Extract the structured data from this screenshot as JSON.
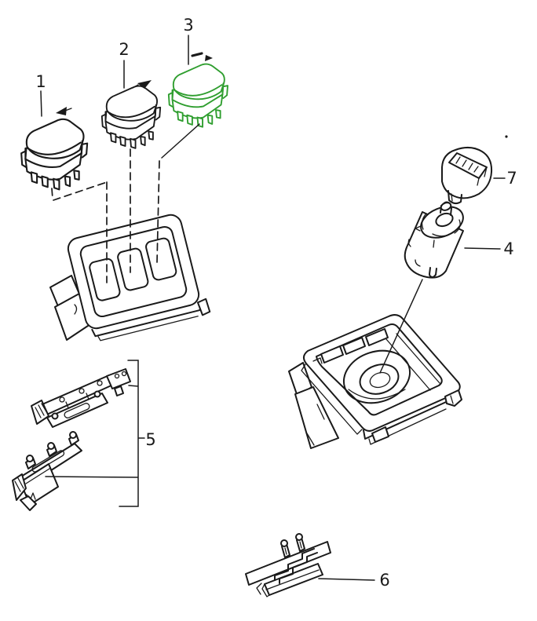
{
  "diagram": {
    "labels": {
      "p1": "1",
      "p2": "2",
      "p3": "3",
      "p4": "4",
      "p5": "5",
      "p6": "6",
      "p7": "7"
    },
    "colors": {
      "line": "#1a1a1a",
      "highlight": "#2f9e2f",
      "background": "#ffffff"
    },
    "highlighted_part": "3"
  }
}
